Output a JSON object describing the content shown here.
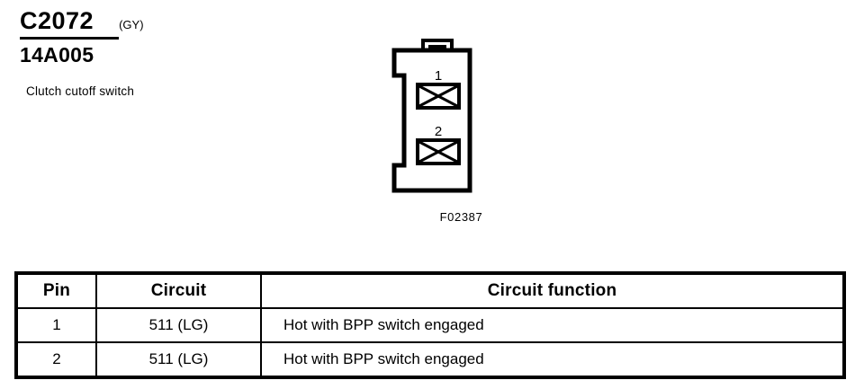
{
  "header": {
    "connector_id": "C2072",
    "connector_color": "(GY)",
    "part_number": "14A005",
    "component_name": "Clutch cutoff switch"
  },
  "connector": {
    "figure_code": "F02387",
    "cavities": [
      {
        "label": "1"
      },
      {
        "label": "2"
      }
    ]
  },
  "table": {
    "headers": {
      "pin": "Pin",
      "circuit": "Circuit",
      "function": "Circuit function"
    },
    "rows": [
      {
        "pin": "1",
        "circuit": "511 (LG)",
        "function": "Hot with BPP switch engaged"
      },
      {
        "pin": "2",
        "circuit": "511 (LG)",
        "function": "Hot with BPP switch engaged"
      }
    ]
  },
  "colors": {
    "ink": "#000000",
    "page": "#ffffff"
  }
}
